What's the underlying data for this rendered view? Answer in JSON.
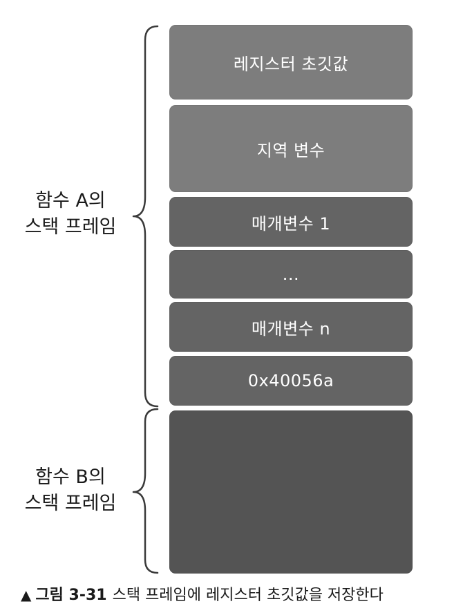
{
  "stack_blocks": [
    {
      "label": "레지스터 초깃값"
    },
    {
      "label": "지역 변수"
    },
    {
      "label": "매개변수 1"
    },
    {
      "label": "..."
    },
    {
      "label": "매개변수 n"
    },
    {
      "label": "0x40056a"
    },
    {
      "label": ""
    }
  ],
  "frames": {
    "a": {
      "line1": "함수 A의",
      "line2": "스택 프레임"
    },
    "b": {
      "line1": "함수 B의",
      "line2": "스택 프레임"
    }
  },
  "caption": {
    "marker": "▲",
    "figure": "그림 3-31",
    "text": "스택 프레임에 레지스터 초깃값을 저장한다"
  },
  "colors": {
    "block_light": "#7d7d7d",
    "block_mid": "#646464",
    "block_dark": "#545454"
  }
}
